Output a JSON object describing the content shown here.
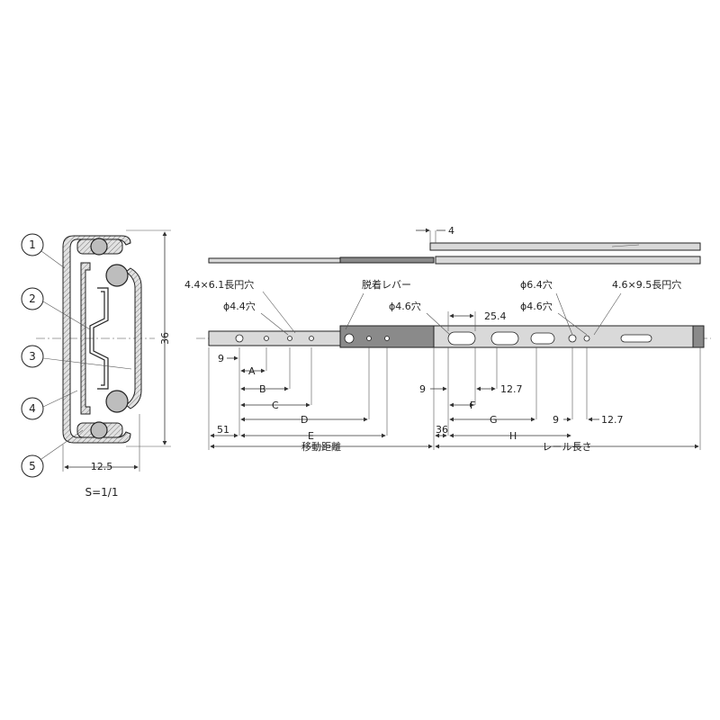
{
  "cross_section": {
    "part_numbers": [
      "1",
      "2",
      "3",
      "4",
      "5"
    ],
    "height_dim": "36",
    "width_dim": "12.5",
    "scale": "S=1/1"
  },
  "top_view": {
    "offset_dim": "4"
  },
  "side_view": {
    "callouts": {
      "slot_hole_left": "4.4×6.1長円穴",
      "hole_44": "ϕ4.4穴",
      "release_lever": "脱着レバー",
      "hole_46_a": "ϕ4.6穴",
      "hole_64": "ϕ6.4穴",
      "hole_46_b": "ϕ4.6穴",
      "slot_hole_right": "4.6×9.5長円穴"
    },
    "dims": {
      "d_9_left": "9",
      "d_A": "A",
      "d_B": "B",
      "d_C": "C",
      "d_D": "D",
      "d_E": "E",
      "d_51": "51",
      "d_travel": "移動距離",
      "d_25_4": "25.4",
      "d_9_mid": "9",
      "d_12_7_a": "12.7",
      "d_F": "F",
      "d_G": "G",
      "d_9_right": "9",
      "d_12_7_b": "12.7",
      "d_36": "36",
      "d_H": "H",
      "d_rail_length": "レール長さ"
    }
  }
}
